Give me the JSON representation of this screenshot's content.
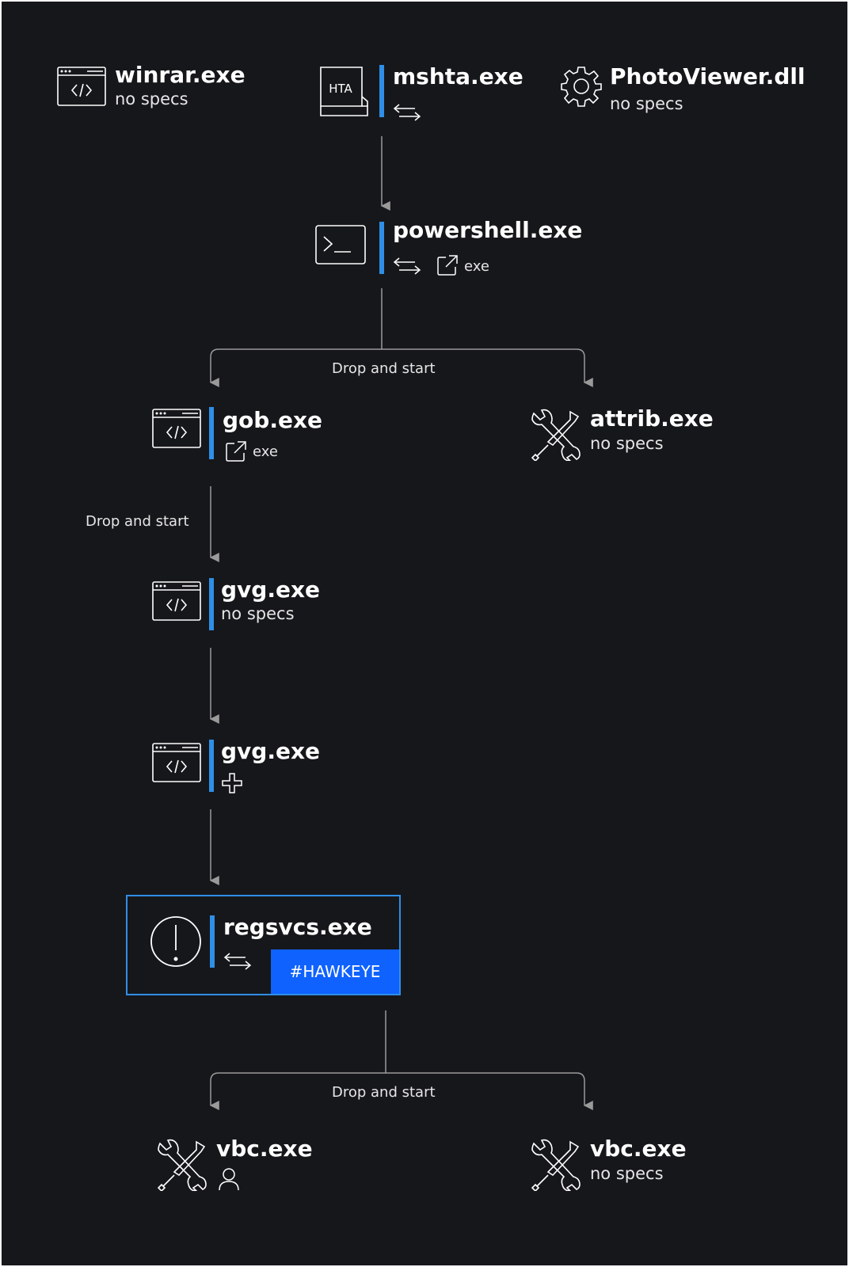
{
  "colors": {
    "background": "#16171b",
    "accent_bar": "#2f8fe6",
    "tag_background": "#0f62fe",
    "wire": "#9a9a9a"
  },
  "nodes": {
    "winrar": {
      "title": "winrar.exe",
      "subtitle": "no specs",
      "icon": "code-window-icon"
    },
    "mshta": {
      "title": "mshta.exe",
      "icon": "hta-document-icon",
      "icon_text": "HTA",
      "badges": [
        "network-arrows-icon"
      ]
    },
    "photoviewer": {
      "title": "PhotoViewer.dll",
      "subtitle": "no specs",
      "icon": "gear-icon"
    },
    "powershell": {
      "title": "powershell.exe",
      "icon": "terminal-icon",
      "badges": [
        "network-arrows-icon",
        "external-link-icon"
      ],
      "badge_label": "exe"
    },
    "gob": {
      "title": "gob.exe",
      "icon": "code-window-icon",
      "badges": [
        "external-link-icon"
      ],
      "badge_label": "exe"
    },
    "attrib": {
      "title": "attrib.exe",
      "subtitle": "no specs",
      "icon": "tools-icon"
    },
    "gvg1": {
      "title": "gvg.exe",
      "subtitle": "no specs",
      "icon": "code-window-icon"
    },
    "gvg2": {
      "title": "gvg.exe",
      "icon": "code-window-icon",
      "badges": [
        "plus-icon"
      ]
    },
    "regsvcs": {
      "title": "regsvcs.exe",
      "icon": "alert-circle-icon",
      "badges": [
        "network-arrows-icon"
      ],
      "tag": "#HAWKEYE"
    },
    "vbc1": {
      "title": "vbc.exe",
      "icon": "tools-icon",
      "badges": [
        "user-icon"
      ]
    },
    "vbc2": {
      "title": "vbc.exe",
      "subtitle": "no specs",
      "icon": "tools-icon"
    }
  },
  "edges": {
    "powershell_branch": "Drop and start",
    "gob_to_gvg": "Drop and start",
    "regsvcs_branch": "Drop and start"
  }
}
